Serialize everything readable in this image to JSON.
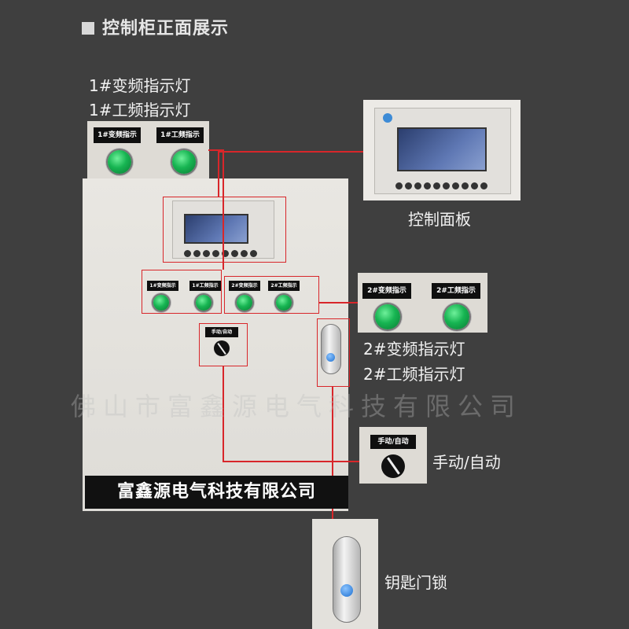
{
  "header": {
    "title": "控制柜正面展示"
  },
  "callouts": {
    "vf1": "1#变频指示灯",
    "pf1": "1#工频指示灯",
    "control_panel": "控制面板",
    "vf2": "2#变频指示灯",
    "pf2": "2#工频指示灯",
    "manual_auto": "手动/自动",
    "door_lock": "钥匙门锁"
  },
  "plates": {
    "vf1": "1#变频指示",
    "pf1": "1#工频指示",
    "vf2": "2#变频指示",
    "pf2": "2#工频指示",
    "manual_auto": "手动/自动"
  },
  "company": "富鑫源电气科技有限公司",
  "watermark": "佛山市富鑫源电气科技有限公司",
  "colors": {
    "background": "#3f3f3f",
    "callout_line": "#d8262a",
    "lamp": "#17b552",
    "cabinet": "#e6e4df"
  }
}
